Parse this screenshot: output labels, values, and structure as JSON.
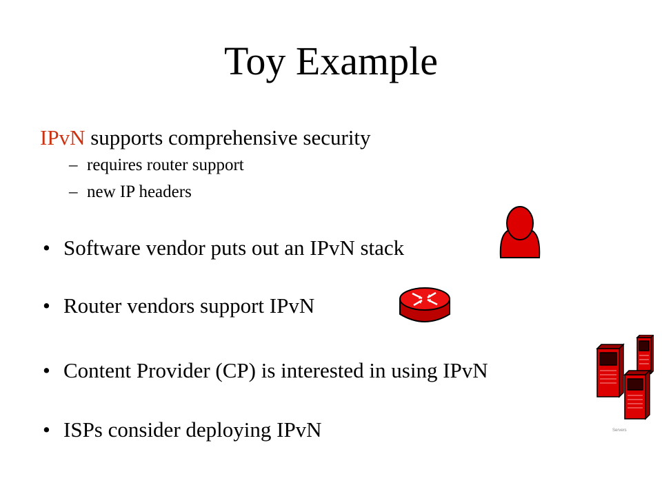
{
  "slide": {
    "title": "Toy Example",
    "intro": {
      "highlight": "IPvN",
      "text": " supports comprehensive security",
      "sub_items": [
        {
          "dash": "–",
          "text": "requires router support"
        },
        {
          "dash": "–",
          "text": "new IP headers"
        }
      ]
    },
    "bullets": [
      {
        "symbol": "•",
        "text": "Software vendor puts out an IPvN stack",
        "icon": "person-icon"
      },
      {
        "symbol": "•",
        "text": "Router vendors support IPvN",
        "icon": "router-icon"
      },
      {
        "symbol": "•",
        "text": "Content Provider (CP) is interested in using IPvN",
        "icon": "server-cluster-icon"
      },
      {
        "symbol": "•",
        "text": "ISPs consider deploying IPvN"
      }
    ],
    "server_caption": "Servers"
  },
  "colors": {
    "accent": "#cc3311",
    "icon_red": "#dd0000",
    "icon_dark_red": "#990000"
  }
}
